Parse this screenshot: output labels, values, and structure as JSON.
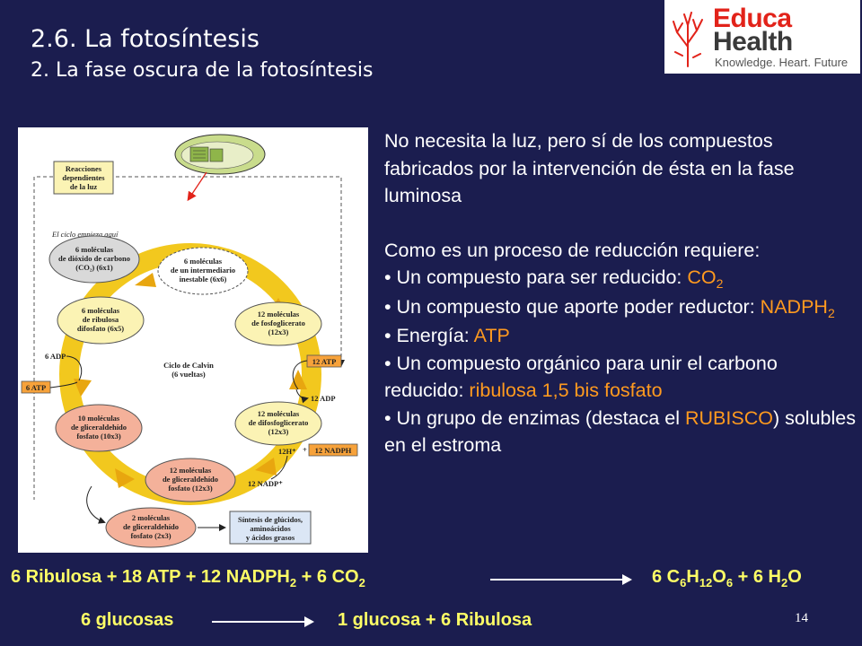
{
  "header": {
    "title": "2.6. La fotosíntesis",
    "subtitle": "2. La fase oscura de la fotosíntesis"
  },
  "logo": {
    "brand_top": "Educa",
    "brand_bottom": "Health",
    "tagline": "Knowledge. Heart. Future",
    "colors": {
      "red": "#e2231a",
      "gray": "#3a3a3a"
    }
  },
  "diagram": {
    "light_reactions": [
      "Reacciones",
      "dependientes",
      "de la luz"
    ],
    "cycle_start": "El ciclo empieza aquí",
    "co2": [
      "6 moléculas",
      "de dióxido de carbono",
      "(CO₂)  (6x1)"
    ],
    "intermediate": [
      "6 moléculas",
      "de un intermediario",
      "inestable (6x6)"
    ],
    "ribulose": [
      "6 moléculas",
      "de ribulosa",
      "difosfato (6x5)"
    ],
    "phosphoglycerate": [
      "12 moléculas",
      "de fosfoglicerato",
      "(12x3)"
    ],
    "center": [
      "Ciclo de Calvin",
      "(6 vueltas)"
    ],
    "diphosphoglycerate": [
      "12 moléculas",
      "de difosfoglicerato",
      "(12x3)"
    ],
    "g3p10": [
      "10 moléculas",
      "de gliceraldehído",
      "fosfato (10x3)"
    ],
    "g3p12": [
      "12 moléculas",
      "de gliceraldehído",
      "fosfato (12x3)"
    ],
    "g3p2": [
      "2 moléculas",
      "de gliceraldehído",
      "fosfato (2x3)"
    ],
    "synthesis": [
      "Síntesis de glúcidos,",
      "aminoácidos",
      "y ácidos grasos"
    ],
    "atp12": "12 ATP",
    "adp12": "12 ADP",
    "nadph12": "12 NADPH",
    "h12": "12H⁺",
    "nadp12": "12 NADP⁺",
    "adp6": "6 ADP",
    "atp6": "6 ATP",
    "colors": {
      "ring": "#f2c81e",
      "salmon": "#f4b19a",
      "cream": "#fbf3b4",
      "orange_box": "#f7a23a",
      "gray": "#d9d9d9"
    }
  },
  "content": {
    "intro": "No necesita la luz, pero sí de los compuestos  fabricados por la intervención de ésta en la fase luminosa",
    "lead": "Como es un proceso de reducción requiere:",
    "b1_text": "• Un compuesto para ser reducido: ",
    "b1_hl": "CO",
    "b1_sub": "2",
    "b2_text": "• Un compuesto que aporte poder reductor: ",
    "b2_hl": "NADPH",
    "b2_sub": "2",
    "b3_text": "• Energía: ",
    "b3_hl": "ATP",
    "b4_text": "• Un compuesto orgánico para unir el carbono reducido: ",
    "b4_hl": "ribulosa 1,5 bis fosfato",
    "b5_text": "• Un grupo de enzimas (destaca el ",
    "b5_hl": "RUBISCO",
    "b5_tail": ") solubles en el estroma",
    "highlight_color": "#ff9a1f"
  },
  "equations": {
    "eq1_left_a": "6 Ribulosa + 18 ATP + 12 NADPH",
    "eq1_left_sub": "2",
    "eq1_left_b": " + 6 CO",
    "eq1_left_sub2": "2",
    "eq1_right": [
      "6 C",
      "6",
      "H",
      "12",
      "O",
      "6",
      " + 6 H",
      "2",
      "O"
    ],
    "eq2_left": "6 glucosas",
    "eq2_right": "1 glucosa + 6 Ribulosa",
    "color": "#ffff66"
  },
  "page_number": "14"
}
